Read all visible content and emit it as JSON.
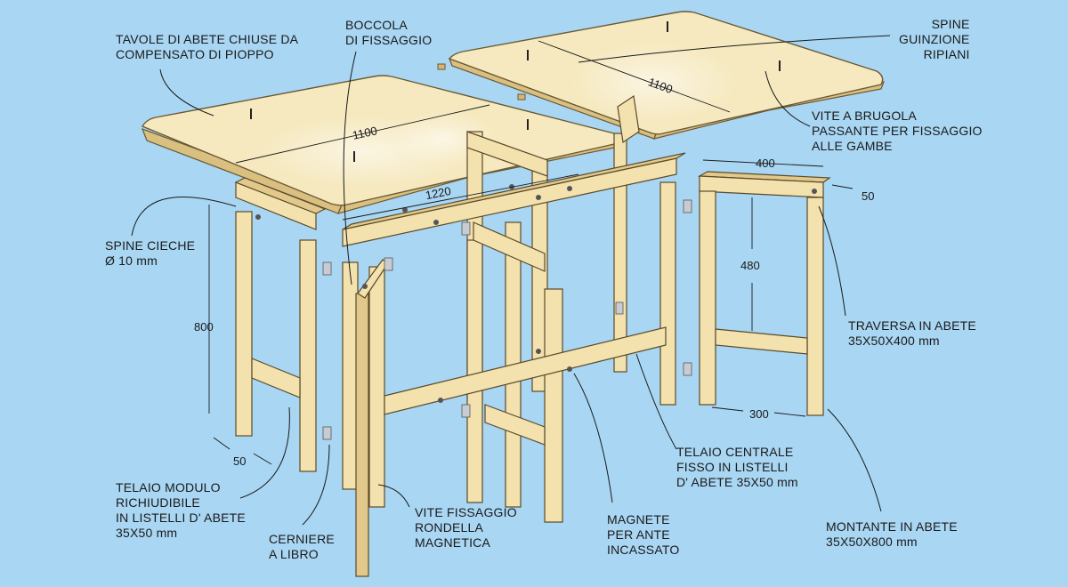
{
  "labels": {
    "tavole": [
      "TAVOLE DI ABETE CHIUSE DA",
      "COMPENSATO DI PIOPPO"
    ],
    "boccola": [
      "BOCCOLA",
      "DI FISSAGGIO"
    ],
    "spine_guinzione": [
      "SPINE",
      "GUINZIONE",
      "RIPIANI"
    ],
    "vite_brugola": [
      "VITE A BRUGOLA",
      "PASSANTE PER FISSAGGIO",
      "ALLE GAMBE"
    ],
    "spine_cieche": [
      "SPINE CIECHE",
      "Ø 10 mm"
    ],
    "traversa": [
      "TRAVERSA IN ABETE",
      "35X50X400 mm"
    ],
    "telaio_centrale": [
      "TELAIO CENTRALE",
      "FISSO IN LISTELLI",
      "D' ABETE 35X50 mm"
    ],
    "telaio_modulo": [
      "TELAIO MODULO",
      "RICHIUDIBILE",
      "IN LISTELLI D' ABETE",
      "35X50 mm"
    ],
    "cerniere": [
      "CERNIERE",
      "A LIBRO"
    ],
    "vite_fissaggio": [
      "VITE FISSAGGIO",
      "RONDELLA",
      "MAGNETICA"
    ],
    "magnete": [
      "MAGNETE",
      "PER ANTE",
      "INCASSATO"
    ],
    "montante": [
      "MONTANTE IN ABETE",
      "35X50X800 mm"
    ]
  },
  "dimensions": {
    "top_left_length": "1100",
    "top_right_length": "1100",
    "beam_length": "1220",
    "height": "800",
    "leg_width": "50",
    "frame_width": "400",
    "frame_depth": "50",
    "frame_inner_height": "480",
    "frame_bottom_width": "300"
  },
  "colors": {
    "background": "#a9d6f3",
    "wood": "#f3e2ae",
    "table_top": "#f6e9bf"
  }
}
